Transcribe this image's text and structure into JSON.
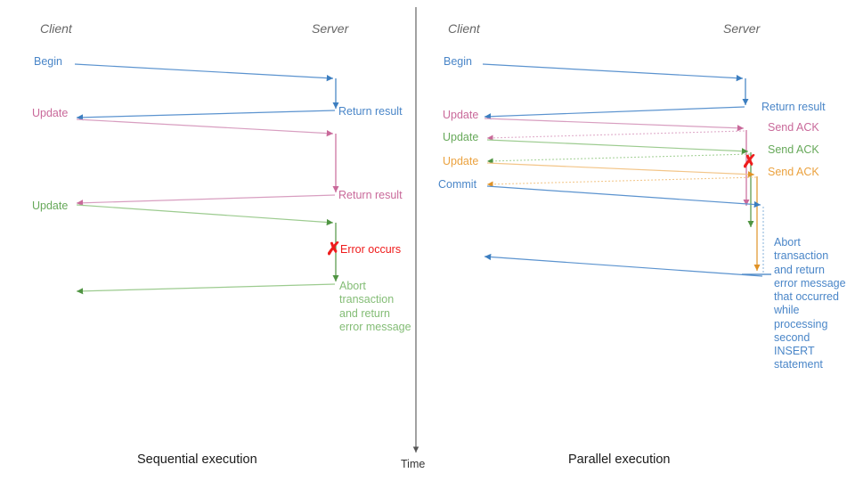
{
  "colors": {
    "blue": "#4a86c8",
    "blue_dark": "#3c7ec0",
    "pink": "#c9699a",
    "green": "#67a95a",
    "orange": "#eba23f",
    "red": "#ee1c1c",
    "gray_header": "#666666",
    "axis": "#555555",
    "caption": "#1a1a1a"
  },
  "time_axis": {
    "label": "Time"
  },
  "panels": [
    {
      "id": "sequential",
      "caption": "Sequential execution",
      "headers": {
        "client": "Client",
        "server": "Server"
      },
      "messages": [
        {
          "name": "begin",
          "label": "Begin",
          "color": "blue"
        },
        {
          "name": "return-result-1",
          "label": "Return result",
          "color": "blue"
        },
        {
          "name": "update-1",
          "label": "Update",
          "color": "pink"
        },
        {
          "name": "return-result-2",
          "label": "Return result",
          "color": "pink"
        },
        {
          "name": "update-2",
          "label": "Update",
          "color": "green"
        },
        {
          "name": "error",
          "label": "Error occurs",
          "color": "red"
        },
        {
          "name": "abort",
          "label": "Abort\ntransaction\nand return\nerror message",
          "color": "green"
        }
      ]
    },
    {
      "id": "parallel",
      "caption": "Parallel execution",
      "headers": {
        "client": "Client",
        "server": "Server"
      },
      "messages": [
        {
          "name": "begin",
          "label": "Begin",
          "color": "blue"
        },
        {
          "name": "return-result",
          "label": "Return result",
          "color": "blue"
        },
        {
          "name": "update-1",
          "label": "Update",
          "color": "pink"
        },
        {
          "name": "send-ack-1",
          "label": "Send ACK",
          "color": "pink"
        },
        {
          "name": "update-2",
          "label": "Update",
          "color": "green"
        },
        {
          "name": "send-ack-2",
          "label": "Send ACK",
          "color": "green"
        },
        {
          "name": "update-3",
          "label": "Update",
          "color": "orange"
        },
        {
          "name": "send-ack-3",
          "label": "Send ACK",
          "color": "orange"
        },
        {
          "name": "commit",
          "label": "Commit",
          "color": "blue"
        },
        {
          "name": "error",
          "label": "",
          "color": "red"
        },
        {
          "name": "abort",
          "label": "Abort\ntransaction\nand return\nerror message\nthat occurred\nwhile\nprocessing\nsecond\nINSERT\nstatement",
          "color": "blue"
        }
      ]
    }
  ]
}
